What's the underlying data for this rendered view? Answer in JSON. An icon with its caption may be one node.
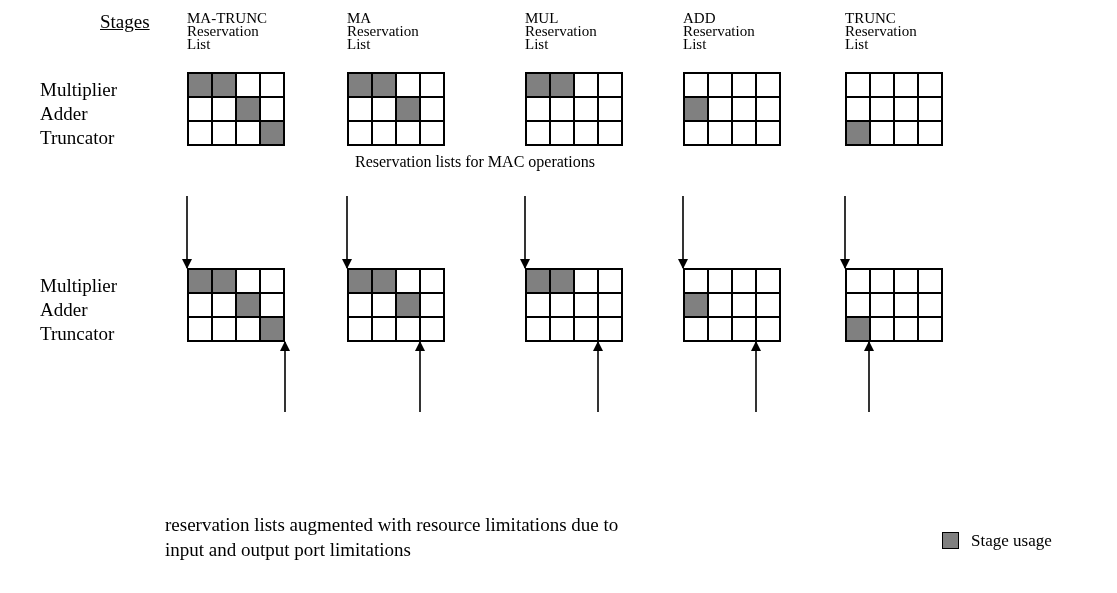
{
  "diagram": {
    "nodes": [
      {
        "text": [
          "MA-TRUNC Reservation List"
        ]
      },
      {
        "text": [
          "MA Reservation List"
        ]
      },
      {
        "text": [
          "MUL Reservation List"
        ]
      },
      {
        "text": [
          "ADD Reservation List"
        ]
      },
      {
        "text": [
          "TRUNC Reservation List"
        ]
      },
      {
        "text": [],
        "shape": "box"
      },
      {
        "text": [],
        "shape": "box"
      },
      {
        "text": [],
        "shape": "box"
      },
      {
        "text": [],
        "shape": "box"
      },
      {
        "text": [],
        "shape": "box"
      }
    ],
    "edges": [
      {
        "from": null,
        "to": 5,
        "arrow": "to"
      },
      {
        "from": null,
        "to": 5,
        "arrow": "to"
      },
      {
        "from": null,
        "to": 6,
        "arrow": "to"
      },
      {
        "from": null,
        "to": 6,
        "arrow": "to"
      },
      {
        "from": null,
        "to": 7,
        "arrow": "to"
      },
      {
        "from": null,
        "to": 7,
        "arrow": "to"
      },
      {
        "from": null,
        "to": 8,
        "arrow": "to"
      },
      {
        "from": null,
        "to": 8,
        "arrow": "to"
      },
      {
        "from": null,
        "to": 9,
        "arrow": "to"
      },
      {
        "from": null,
        "to": 9,
        "arrow": "to"
      }
    ],
    "labels": [
      "Stages",
      "Multiplier",
      "Adder",
      "Truncator",
      "Reservation lists for MAC operations",
      "Multiplier",
      "Adder",
      "Truncator",
      "reservation lists augmented with resource limitations due to input and output port limitations"
    ],
    "legend": [
      {
        "text": "Stage usage",
        "color": "#808080"
      }
    ]
  }
}
